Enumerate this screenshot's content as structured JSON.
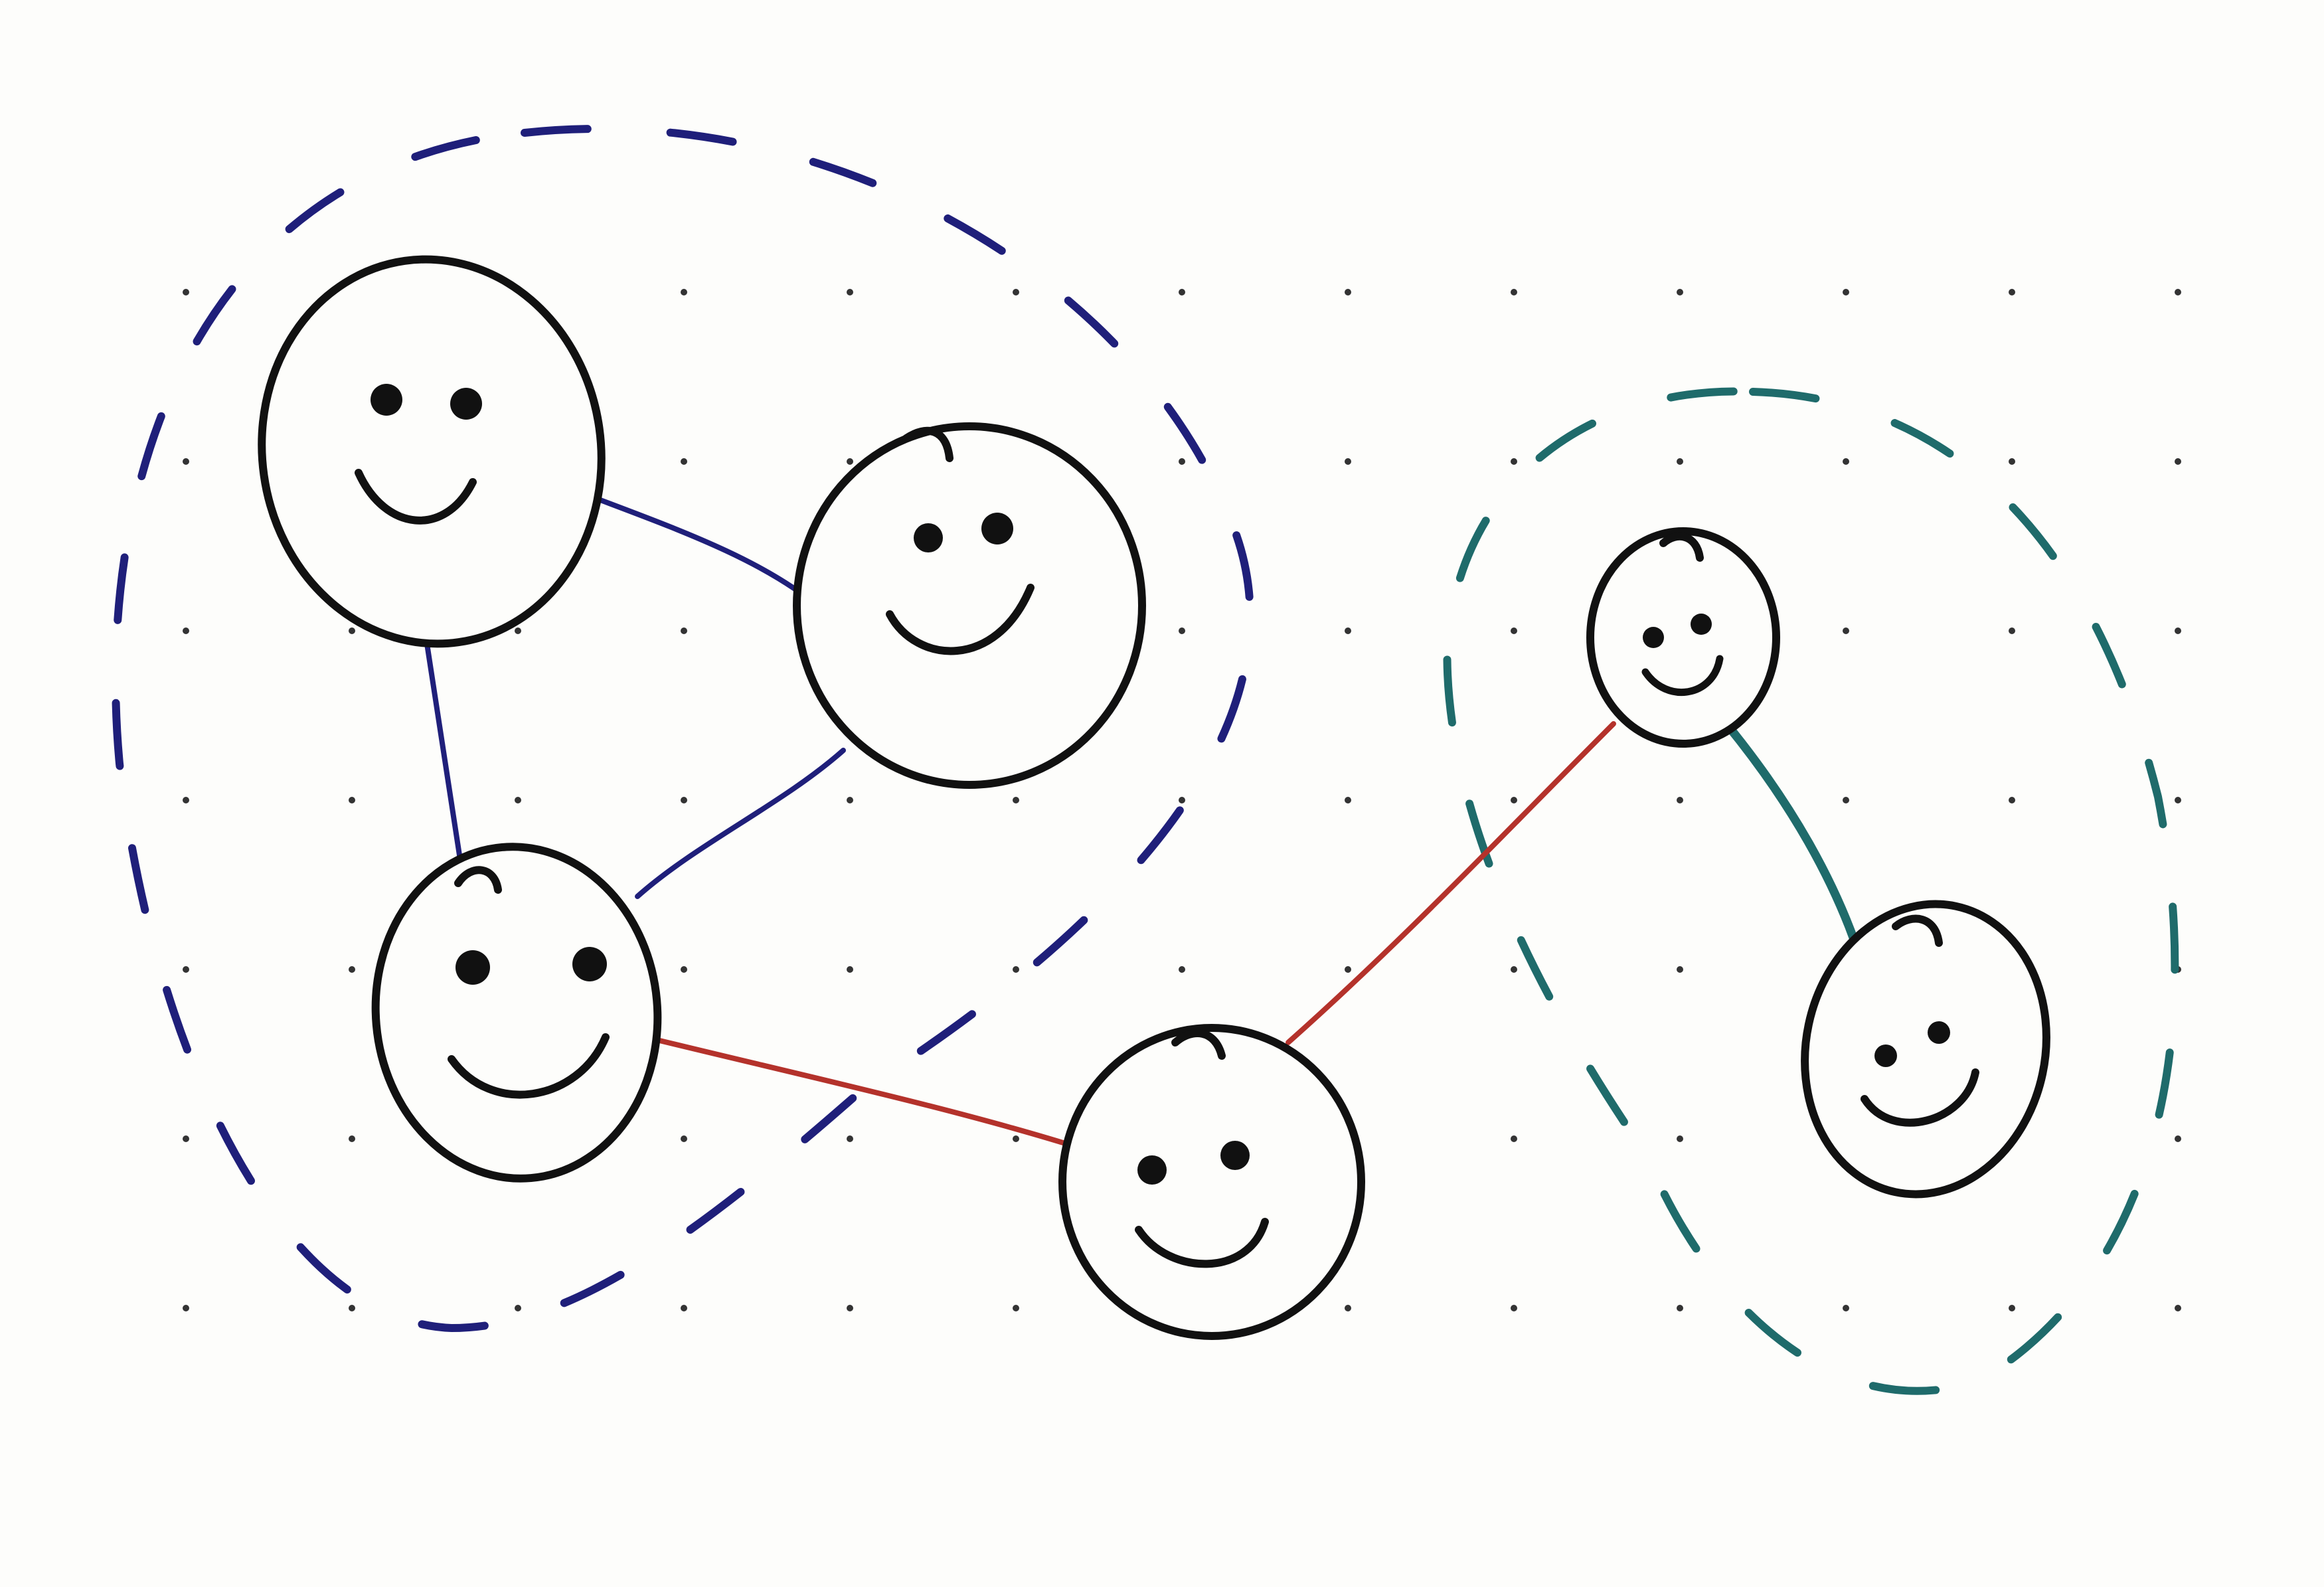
{
  "colors": {
    "paper": "#fdfdfb",
    "ink": "#111111",
    "group_a": "#1f1f7a",
    "group_b": "#1f6b6b",
    "bridge": "#b4322b",
    "grid_dot": "#333333"
  },
  "groups": [
    {
      "id": "group-a",
      "color_key": "group_a",
      "members": [
        "person-1",
        "person-2",
        "person-3"
      ]
    },
    {
      "id": "group-b",
      "color_key": "group_b",
      "members": [
        "person-5",
        "person-6"
      ]
    }
  ],
  "nodes": [
    {
      "id": "person-1",
      "expression": "smile"
    },
    {
      "id": "person-2",
      "expression": "smile"
    },
    {
      "id": "person-3",
      "expression": "smile"
    },
    {
      "id": "person-4",
      "expression": "smile"
    },
    {
      "id": "person-5",
      "expression": "smile"
    },
    {
      "id": "person-6",
      "expression": "smile"
    }
  ],
  "edges": [
    {
      "from": "person-1",
      "to": "person-2",
      "color_key": "group_a",
      "kind": "in-group"
    },
    {
      "from": "person-1",
      "to": "person-3",
      "color_key": "group_a",
      "kind": "in-group"
    },
    {
      "from": "person-2",
      "to": "person-3",
      "color_key": "group_a",
      "kind": "in-group"
    },
    {
      "from": "person-3",
      "to": "person-4",
      "color_key": "bridge",
      "kind": "bridge"
    },
    {
      "from": "person-4",
      "to": "person-5",
      "color_key": "bridge",
      "kind": "bridge"
    },
    {
      "from": "person-5",
      "to": "person-6",
      "color_key": "group_b",
      "kind": "in-group"
    }
  ]
}
